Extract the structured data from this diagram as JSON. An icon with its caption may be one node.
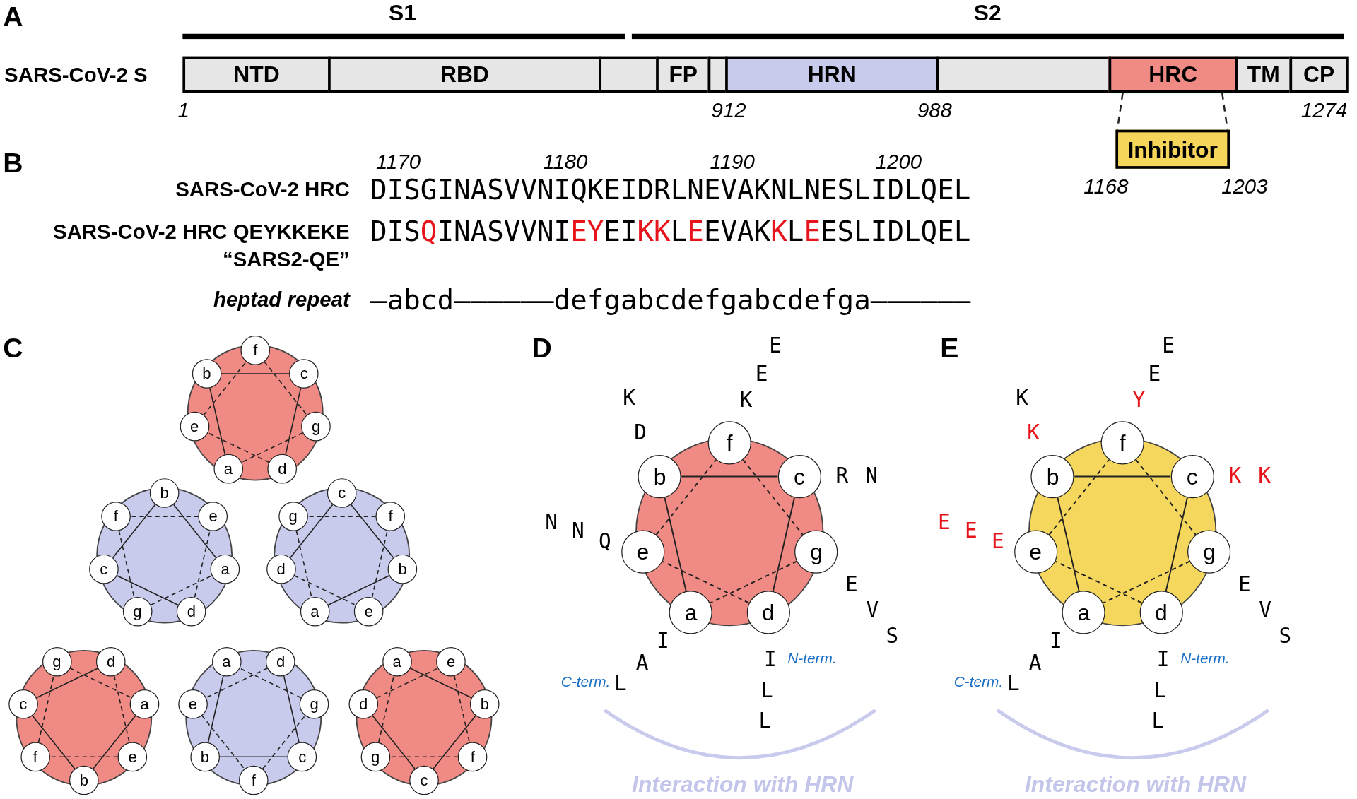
{
  "diagram": {
    "nodes": [
      {
        "text": [
          "NTD"
        ]
      },
      {
        "text": [
          "RBD"
        ]
      },
      {
        "text": [],
        "shape": "box"
      },
      {
        "text": [
          "FP"
        ]
      },
      {
        "text": [],
        "shape": "box"
      },
      {
        "text": [
          "HRN"
        ]
      },
      {
        "text": [],
        "shape": "box"
      },
      {
        "text": [
          "HRC"
        ]
      },
      {
        "text": [
          "TM"
        ]
      },
      {
        "text": [
          "CP"
        ]
      },
      {
        "text": [
          "Inhibitor"
        ]
      },
      {
        "text": [
          "a"
        ]
      },
      {
        "text": [
          "b"
        ]
      },
      {
        "text": [
          "c"
        ]
      },
      {
        "text": [
          "d"
        ]
      },
      {
        "text": [
          "e"
        ]
      },
      {
        "text": [
          "f"
        ]
      },
      {
        "text": [
          "g"
        ]
      },
      {
        "text": [
          "a"
        ]
      },
      {
        "text": [
          "b"
        ]
      },
      {
        "text": [
          "c"
        ]
      },
      {
        "text": [
          "d"
        ]
      },
      {
        "text": [
          "e"
        ]
      },
      {
        "text": [
          "f"
        ]
      },
      {
        "text": [
          "g"
        ]
      },
      {
        "text": [
          "a"
        ]
      },
      {
        "text": [
          "b"
        ]
      },
      {
        "text": [
          "c"
        ]
      },
      {
        "text": [
          "d"
        ]
      },
      {
        "text": [
          "e"
        ]
      },
      {
        "text": [
          "f"
        ]
      },
      {
        "text": [
          "g"
        ]
      },
      {
        "text": [
          "a"
        ]
      },
      {
        "text": [
          "b"
        ]
      },
      {
        "text": [
          "c"
        ]
      },
      {
        "text": [
          "d"
        ]
      },
      {
        "text": [
          "e"
        ]
      },
      {
        "text": [
          "f"
        ]
      },
      {
        "text": [
          "g"
        ]
      },
      {
        "text": [
          "a"
        ]
      },
      {
        "text": [
          "b"
        ]
      },
      {
        "text": [
          "c"
        ]
      },
      {
        "text": [
          "d"
        ]
      },
      {
        "text": [
          "e"
        ]
      },
      {
        "text": [
          "f"
        ]
      },
      {
        "text": [
          "g"
        ]
      },
      {
        "text": [
          "a"
        ]
      },
      {
        "text": [
          "b"
        ]
      },
      {
        "text": [
          "c"
        ]
      },
      {
        "text": [
          "d"
        ]
      },
      {
        "text": [
          "e"
        ]
      },
      {
        "text": [
          "f"
        ]
      },
      {
        "text": [
          "g"
        ]
      },
      {
        "text": [
          "a"
        ]
      },
      {
        "text": [
          "b"
        ]
      },
      {
        "text": [
          "c"
        ]
      },
      {
        "text": [
          "d"
        ]
      },
      {
        "text": [
          "e"
        ]
      },
      {
        "text": [
          "f"
        ]
      },
      {
        "text": [
          "g"
        ]
      },
      {
        "text": [
          "a"
        ]
      },
      {
        "text": [
          "b"
        ]
      },
      {
        "text": [
          "c"
        ]
      },
      {
        "text": [
          "d"
        ]
      },
      {
        "text": [
          "e"
        ]
      },
      {
        "text": [
          "f"
        ]
      },
      {
        "text": [
          "g"
        ]
      }
    ],
    "edges": [
      {
        "from": 7,
        "to": 10,
        "arrow": "none",
        "style": "dashed"
      },
      {
        "from": 7,
        "to": 10,
        "arrow": "none",
        "style": "dashed"
      },
      {
        "from": 11,
        "to": 12,
        "arrow": "none"
      },
      {
        "from": 12,
        "to": 13,
        "arrow": "none"
      },
      {
        "from": 13,
        "to": 14,
        "arrow": "none"
      },
      {
        "from": 14,
        "to": 15,
        "arrow": "none",
        "style": "dashed"
      },
      {
        "from": 15,
        "to": 16,
        "arrow": "none",
        "style": "dashed"
      },
      {
        "from": 16,
        "to": 17,
        "arrow": "none",
        "style": "dashed"
      },
      {
        "from": 17,
        "to": 11,
        "arrow": "none",
        "style": "dashed"
      },
      {
        "from": 18,
        "to": 19,
        "arrow": "none"
      },
      {
        "from": 19,
        "to": 20,
        "arrow": "none"
      },
      {
        "from": 20,
        "to": 21,
        "arrow": "none"
      },
      {
        "from": 21,
        "to": 22,
        "arrow": "none",
        "style": "dashed"
      },
      {
        "from": 22,
        "to": 23,
        "arrow": "none",
        "style": "dashed"
      },
      {
        "from": 23,
        "to": 24,
        "arrow": "none",
        "style": "dashed"
      },
      {
        "from": 24,
        "to": 18,
        "arrow": "none",
        "style": "dashed"
      },
      {
        "from": 25,
        "to": 26,
        "arrow": "none"
      },
      {
        "from": 26,
        "to": 27,
        "arrow": "none"
      },
      {
        "from": 27,
        "to": 28,
        "arrow": "none"
      },
      {
        "from": 28,
        "to": 29,
        "arrow": "none",
        "style": "dashed"
      },
      {
        "from": 29,
        "to": 30,
        "arrow": "none",
        "style": "dashed"
      },
      {
        "from": 30,
        "to": 31,
        "arrow": "none",
        "style": "dashed"
      },
      {
        "from": 31,
        "to": 25,
        "arrow": "none",
        "style": "dashed"
      },
      {
        "from": 32,
        "to": 33,
        "arrow": "none"
      },
      {
        "from": 33,
        "to": 34,
        "arrow": "none"
      },
      {
        "from": 34,
        "to": 35,
        "arrow": "none"
      },
      {
        "from": 35,
        "to": 36,
        "arrow": "none",
        "style": "dashed"
      },
      {
        "from": 36,
        "to": 37,
        "arrow": "none",
        "style": "dashed"
      },
      {
        "from": 37,
        "to": 38,
        "arrow": "none",
        "style": "dashed"
      },
      {
        "from": 38,
        "to": 32,
        "arrow": "none",
        "style": "dashed"
      },
      {
        "from": 39,
        "to": 40,
        "arrow": "none"
      },
      {
        "from": 40,
        "to": 41,
        "arrow": "none"
      },
      {
        "from": 41,
        "to": 42,
        "arrow": "none"
      },
      {
        "from": 42,
        "to": 43,
        "arrow": "none",
        "style": "dashed"
      },
      {
        "from": 43,
        "to": 44,
        "arrow": "none",
        "style": "dashed"
      },
      {
        "from": 44,
        "to": 45,
        "arrow": "none",
        "style": "dashed"
      },
      {
        "from": 45,
        "to": 39,
        "arrow": "none",
        "style": "dashed"
      },
      {
        "from": 46,
        "to": 47,
        "arrow": "none"
      },
      {
        "from": 47,
        "to": 48,
        "arrow": "none"
      },
      {
        "from": 48,
        "to": 49,
        "arrow": "none"
      },
      {
        "from": 49,
        "to": 50,
        "arrow": "none",
        "style": "dashed"
      },
      {
        "from": 50,
        "to": 51,
        "arrow": "none",
        "style": "dashed"
      },
      {
        "from": 51,
        "to": 52,
        "arrow": "none",
        "style": "dashed"
      },
      {
        "from": 52,
        "to": 46,
        "arrow": "none",
        "style": "dashed"
      },
      {
        "from": 53,
        "to": 54,
        "arrow": "none"
      },
      {
        "from": 54,
        "to": 55,
        "arrow": "none"
      },
      {
        "from": 55,
        "to": 56,
        "arrow": "none"
      },
      {
        "from": 56,
        "to": 57,
        "arrow": "none",
        "style": "dashed"
      },
      {
        "from": 57,
        "to": 58,
        "arrow": "none",
        "style": "dashed"
      },
      {
        "from": 58,
        "to": 59,
        "arrow": "none",
        "style": "dashed"
      },
      {
        "from": 59,
        "to": 53,
        "arrow": "none",
        "style": "dashed"
      },
      {
        "from": 60,
        "to": 61,
        "arrow": "none"
      },
      {
        "from": 61,
        "to": 62,
        "arrow": "none"
      },
      {
        "from": 62,
        "to": 63,
        "arrow": "none"
      },
      {
        "from": 63,
        "to": 64,
        "arrow": "none",
        "style": "dashed"
      },
      {
        "from": 64,
        "to": 65,
        "arrow": "none",
        "style": "dashed"
      },
      {
        "from": 65,
        "to": 66,
        "arrow": "none",
        "style": "dashed"
      },
      {
        "from": 66,
        "to": 60,
        "arrow": "none",
        "style": "dashed"
      }
    ],
    "labels": [
      "A",
      "S1",
      "S2",
      "SARS-CoV-2 S",
      "1",
      "912",
      "988",
      "1274",
      "1168",
      "1203",
      "B",
      "1170",
      "1180",
      "1190",
      "1200",
      "SARS-CoV-2 HRC",
      "DISGINASVVNIQKEIDRLNEVAKNLNESLIDLQEL",
      "SARS-CoV-2 HRC QEYKKEKE",
      "DIS**Q**INASVVNI**EY**EI**KK**L**E**EVAK**K**L**E**ESLIDLQEL",
      "“SARS2-QE”",
      "heptad repeat",
      "–abcd––––––defgabcdefgabcdefga––––––",
      "C",
      "D",
      "E",
      "E",
      "K",
      "K",
      "D",
      "R",
      "N",
      "N",
      "N",
      "Q",
      "E",
      "V",
      "I",
      "S",
      "A",
      "I",
      "N-term.",
      "C-term.",
      "L",
      "L",
      "L",
      "Interaction with HRN",
      "E",
      "E",
      "E",
      "K",
      "Y",
      "K",
      "K",
      "K",
      "E",
      "E",
      "E",
      "E",
      "V",
      "I",
      "S",
      "A",
      "I",
      "N-term.",
      "C-term.",
      "L",
      "L",
      "L",
      "Interaction with HRN"
    ]
  }
}
